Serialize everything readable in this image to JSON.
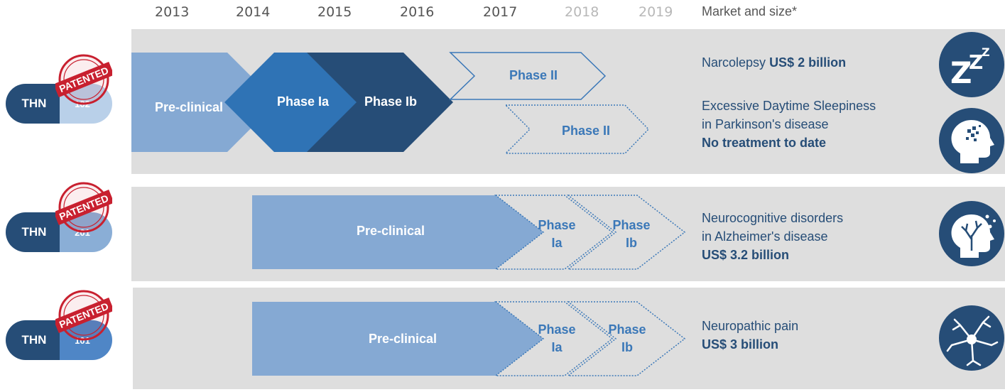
{
  "years": [
    "2013",
    "2014",
    "2015",
    "2016",
    "2017",
    "2018",
    "2019"
  ],
  "market_header": "Market and size*",
  "stamp_text": "PATENTED",
  "products": [
    {
      "prefix": "THN",
      "number": "102",
      "pill_color": "#b9d0e9",
      "phases": {
        "preclinical": "Pre-clinical",
        "phase_ia": "Phase Ia",
        "phase_ib": "Phase Ib",
        "phase_ii_a": "Phase II",
        "phase_ii_b": "Phase II"
      },
      "markets": [
        {
          "name": "Narcolepsy",
          "size": "US$ 2 billion",
          "icon": "sleep-zzz-icon"
        },
        {
          "line1": "Excessive Daytime Sleepiness",
          "line2": "in Parkinson's disease",
          "bold": "No treatment to date",
          "icon": "head-pixel-icon"
        }
      ]
    },
    {
      "prefix": "THN",
      "number": "201",
      "pill_color": "#8aaed6",
      "phases": {
        "preclinical": "Pre-clinical",
        "phase_ia_1": "Phase",
        "phase_ia_2": "Ia",
        "phase_ib_1": "Phase",
        "phase_ib_2": "Ib"
      },
      "markets": [
        {
          "line1": "Neurocognitive disorders",
          "line2": "in Alzheimer's disease",
          "bold": "US$ 3.2 billion",
          "icon": "head-tree-icon"
        }
      ]
    },
    {
      "prefix": "THN",
      "number": "101",
      "pill_color": "#4f86c6",
      "phases": {
        "preclinical": "Pre-clinical",
        "phase_ia_1": "Phase",
        "phase_ia_2": "Ia",
        "phase_ib_1": "Phase",
        "phase_ib_2": "Ib"
      },
      "markets": [
        {
          "line1": "Neuropathic pain",
          "bold": "US$ 3 billion",
          "icon": "neuron-icon"
        }
      ]
    }
  ],
  "colors": {
    "band": "#dedede",
    "preclinical": "#85a9d3",
    "phase_ia": "#2f73b5",
    "phase_ib": "#264d77",
    "outline": "#3b78b8",
    "stamp": "#c8202f"
  }
}
